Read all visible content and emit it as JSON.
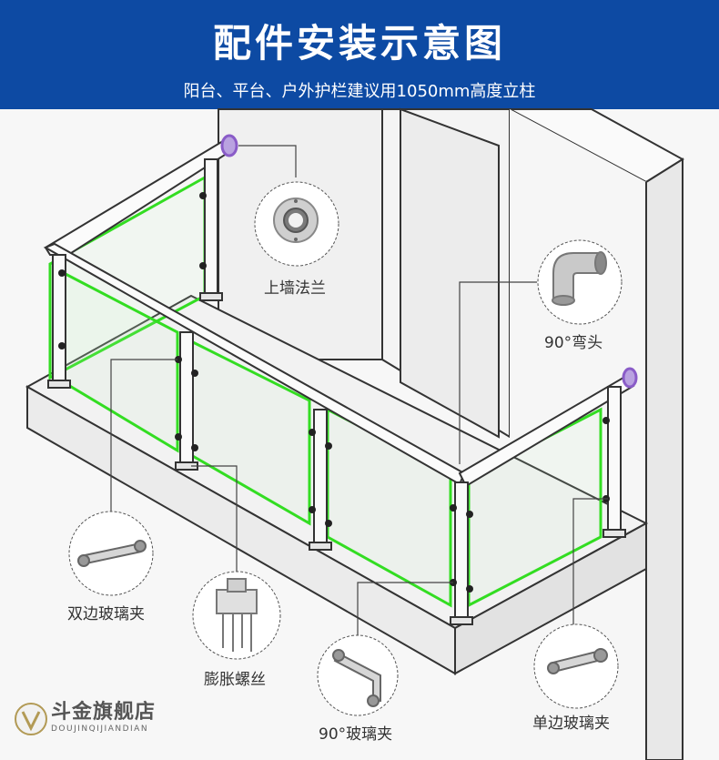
{
  "header": {
    "title": "配件安装示意图",
    "subtitle": "阳台、平台、户外护栏建议用1050mm高度立柱"
  },
  "components": {
    "wall_flange": "上墙法兰",
    "elbow_90": "90°弯头",
    "double_clip": "双边玻璃夹",
    "expansion_bolt": "膨胀螺丝",
    "clip_90": "90°玻璃夹",
    "single_clip": "单边玻璃夹"
  },
  "brand": {
    "name": "斗金旗舰店",
    "romanized": "DOUJINQIJIANDIAN"
  },
  "colors": {
    "banner": "#0d4aa3",
    "glass_outline": "#33dd22",
    "flange_ring": "#8a5cc8"
  }
}
